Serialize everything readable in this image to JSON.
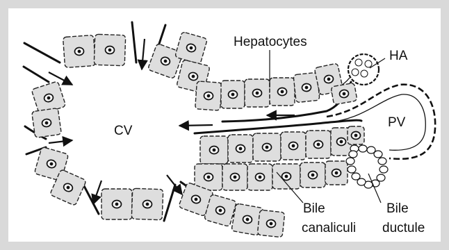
{
  "labels": {
    "hepatocytes": "Hepatocytes",
    "ha": "HA",
    "pv": "PV",
    "cv": "CV",
    "bile_canaliculi_line1": "Bile",
    "bile_canaliculi_line2": "canaliculi",
    "bile_ductule_line1": "Bile",
    "bile_ductule_line2": "ductule"
  }
}
